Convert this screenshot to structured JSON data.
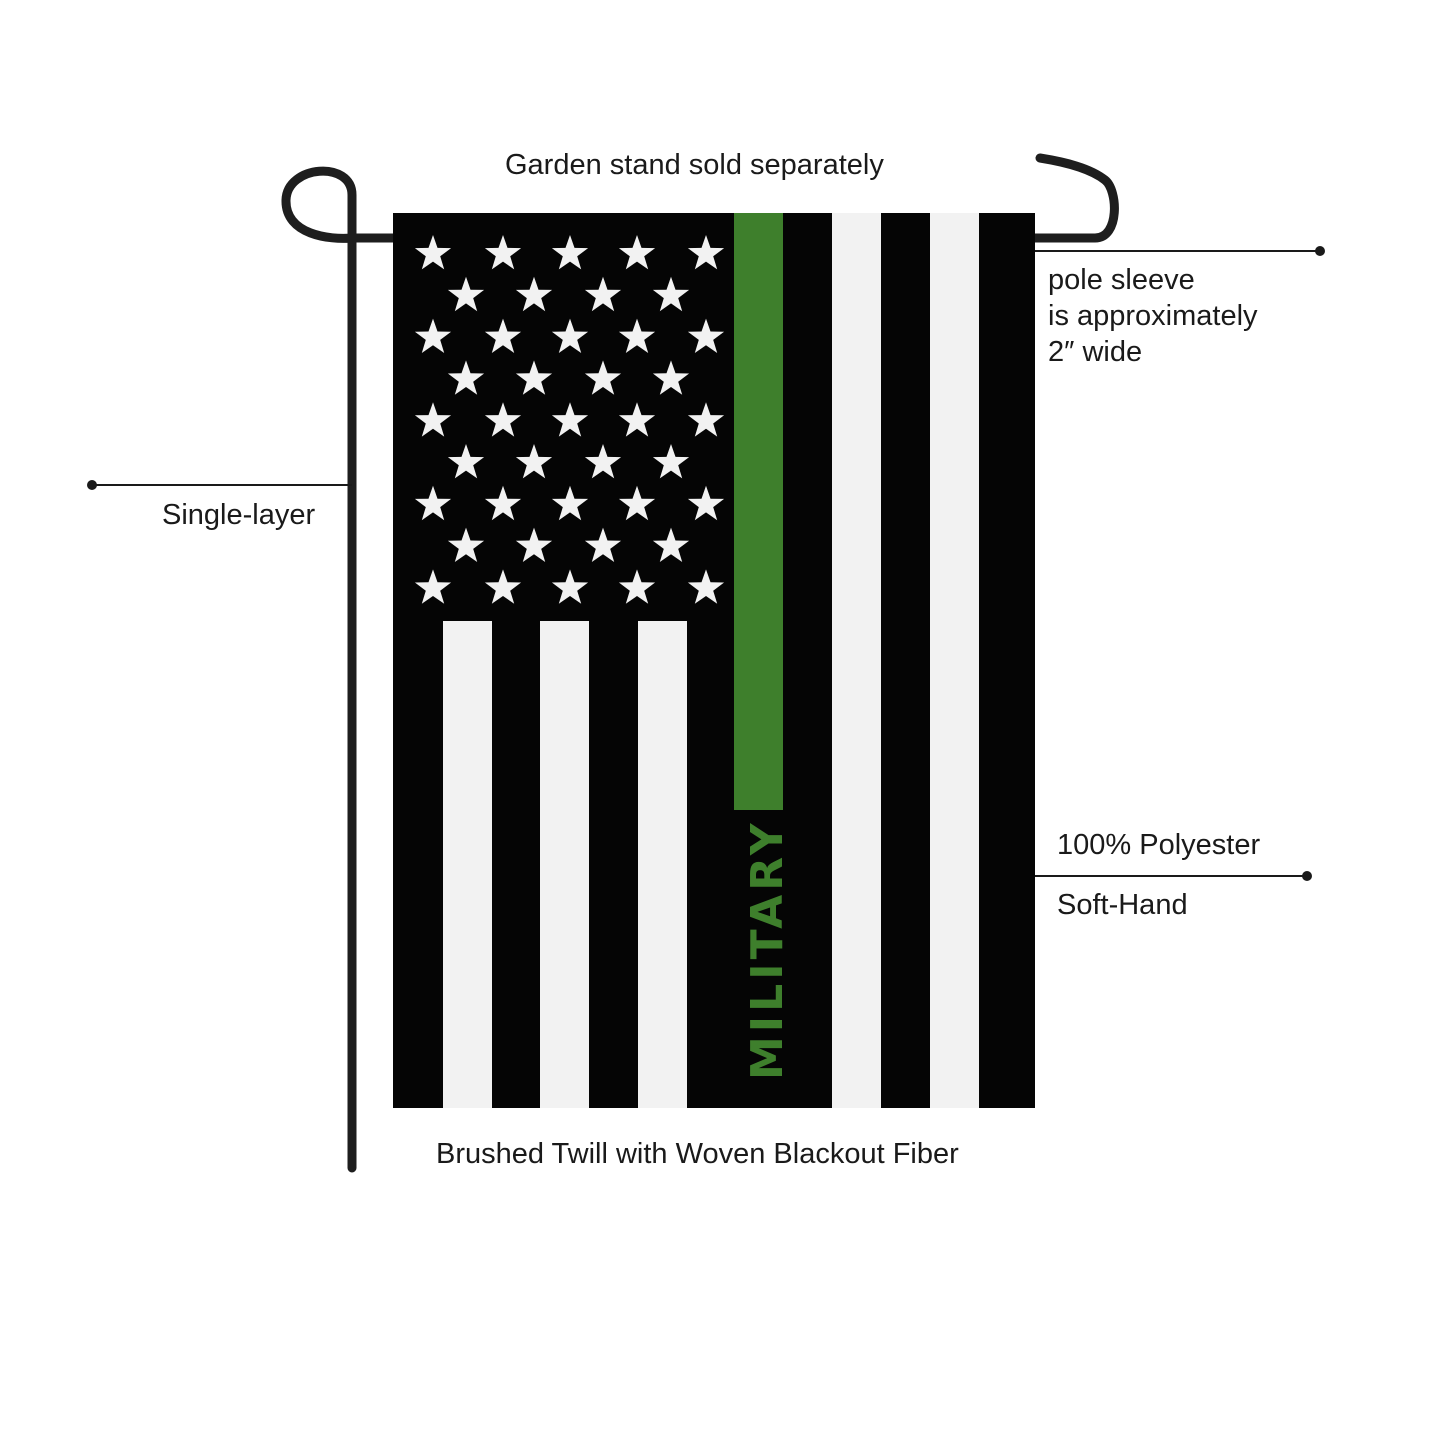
{
  "annotations": {
    "stand_note": "Garden stand sold separately",
    "sleeve_note": "pole sleeve\nis approximately\n2″ wide",
    "layer_note": "Single-layer",
    "material_note": "100% Polyester",
    "hand_note": "Soft-Hand",
    "fabric_note": "Brushed Twill with Woven Blackout Fiber"
  },
  "flag": {
    "label": "MILITARY",
    "stripe_colors": {
      "dark": "#050505",
      "light": "#f2f2f2",
      "accent": "#3e7f2c"
    },
    "star_color": "#f2f2f2"
  },
  "stand_color": "#1e1e1e"
}
